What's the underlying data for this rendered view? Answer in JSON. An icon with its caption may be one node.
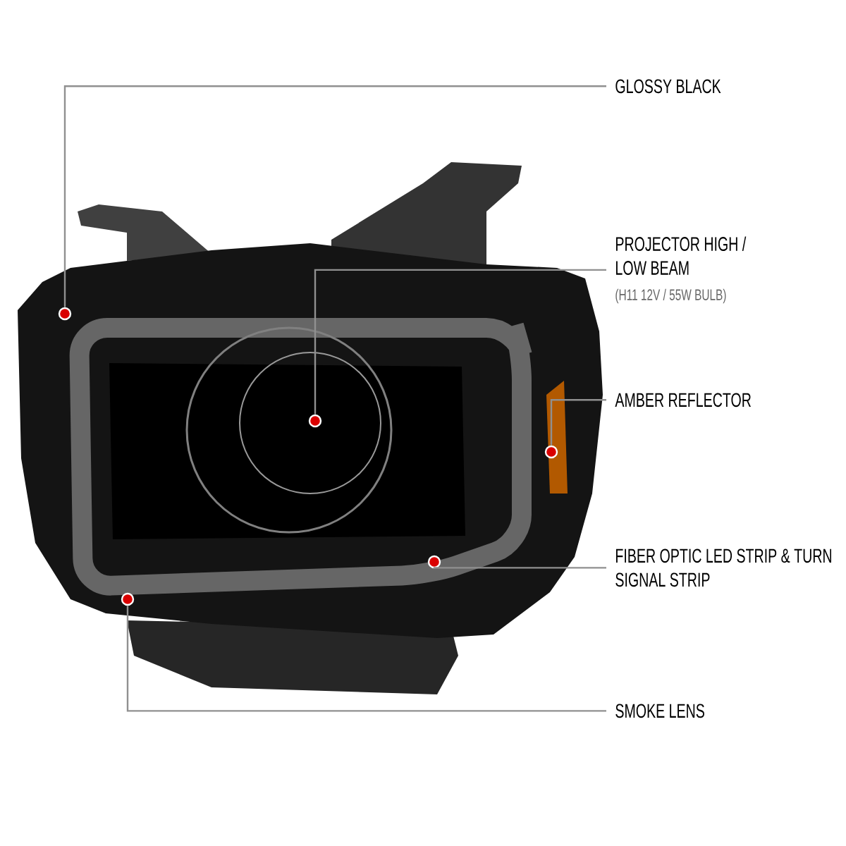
{
  "diagram": {
    "nodes": [
      {
        "text": [
          "GLOSSY BLACK"
        ]
      },
      {
        "text": [
          "PROJECTOR HIGH / LOW BEAM",
          "(H11 12V / 55W BULB)"
        ]
      },
      {
        "text": [
          "AMBER REFLECTOR"
        ]
      },
      {
        "text": [
          "FIBER OPTIC LED STRIP & TURN SIGNAL STRIP"
        ]
      },
      {
        "text": [
          "SMOKE LENS"
        ]
      },
      {
        "text": [],
        "shape": "circle"
      },
      {
        "text": [],
        "shape": "circle"
      },
      {
        "text": [],
        "shape": "circle"
      },
      {
        "text": [],
        "shape": "circle"
      },
      {
        "text": [],
        "shape": "circle"
      }
    ],
    "edges": [
      {
        "from": 0,
        "to": 5,
        "arrow": "none"
      },
      {
        "from": 1,
        "to": 6,
        "arrow": "none"
      },
      {
        "from": 2,
        "to": 7,
        "arrow": "none"
      },
      {
        "from": 3,
        "to": 8,
        "arrow": "none"
      },
      {
        "from": 4,
        "to": 9,
        "arrow": "none"
      }
    ]
  }
}
